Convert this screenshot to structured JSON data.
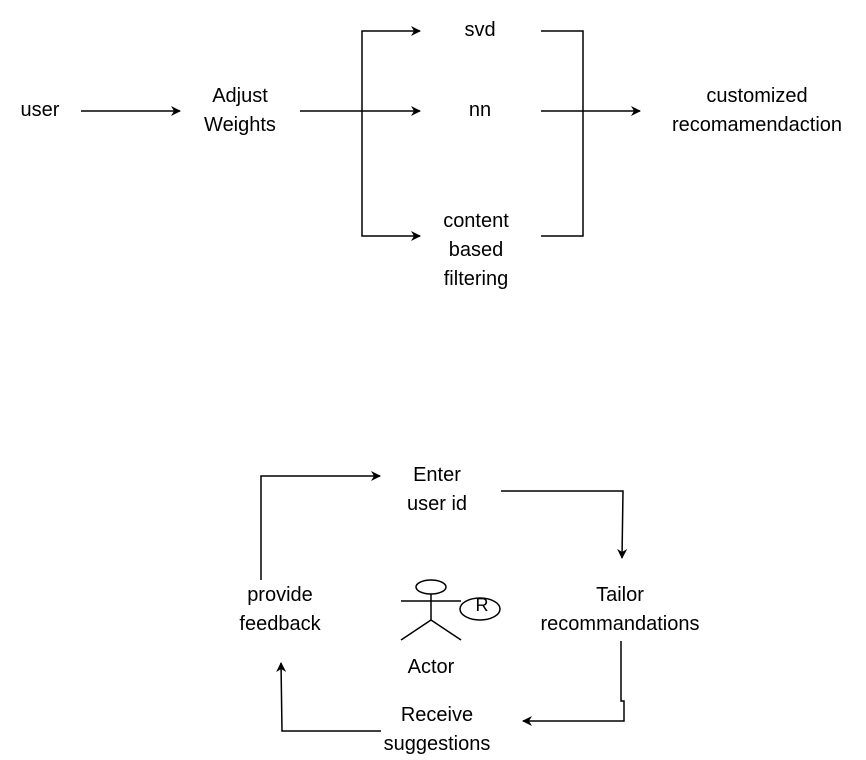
{
  "top_flow": {
    "user": "user",
    "adjust_weights": "Adjust\nWeights",
    "svd": "svd",
    "nn": "nn",
    "content_based_filtering": "content\nbased\nfiltering",
    "customized_recommendation": "customized\nrecomamendaction"
  },
  "bottom_cycle": {
    "enter_user_id": "Enter\nuser id",
    "tailor_recommendations": "Tailor\nrecommandations",
    "receive_suggestions": "Receive\nsuggestions",
    "provide_feedback": "provide\nfeedback",
    "actor_label": "Actor",
    "actor_badge": "R"
  },
  "colors": {
    "stroke": "#000000",
    "background": "#ffffff"
  }
}
